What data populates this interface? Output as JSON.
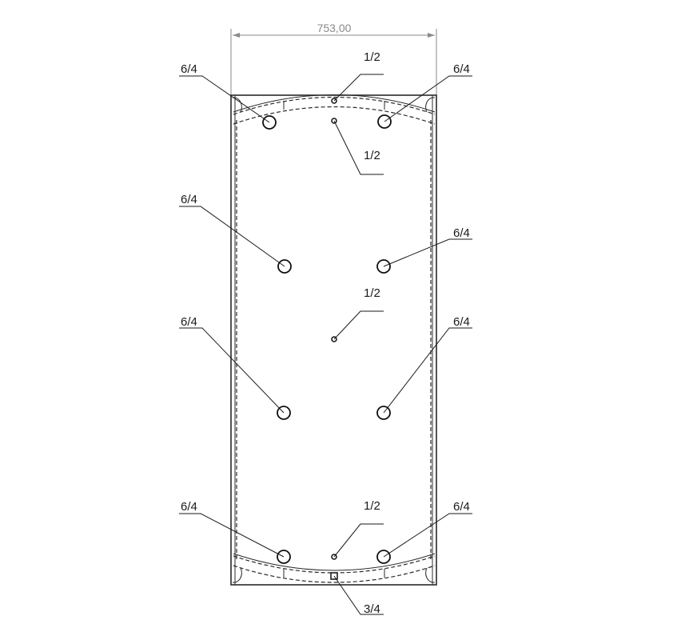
{
  "dimension": {
    "width_label": "753,00"
  },
  "callouts": {
    "top_left": "6/4",
    "top_center_upper": "1/2",
    "top_right": "6/4",
    "top_center_lower": "1/2",
    "upper_left": "6/4",
    "upper_right": "6/4",
    "center": "1/2",
    "lower_left": "6/4",
    "lower_right": "6/4",
    "bottom_left": "6/4",
    "bottom_center": "1/2",
    "bottom_right": "6/4",
    "bottom_drain": "3/4"
  }
}
